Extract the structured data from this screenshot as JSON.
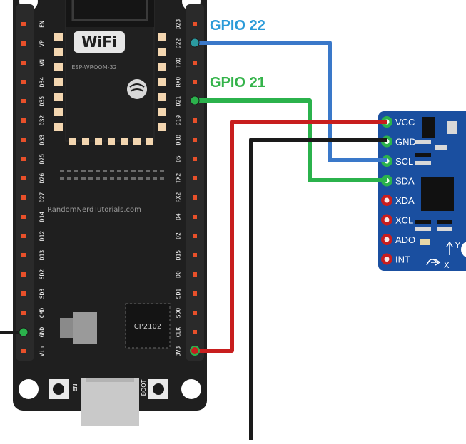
{
  "board": {
    "wifi_text": "WiFi",
    "module_text": "ESP-WROOM-32",
    "watermark": "RandomNerdTutorials.com",
    "usb_chip": "CP2102",
    "button_left": "EN",
    "button_right": "BOOT",
    "left_pins": [
      "EN",
      "VP",
      "VN",
      "D34",
      "D35",
      "D32",
      "D33",
      "D25",
      "D26",
      "D27",
      "D14",
      "D12",
      "D13",
      "SD2",
      "SD3",
      "CMD",
      "GND",
      "Vin"
    ],
    "right_pins": [
      "D23",
      "D22",
      "TX0",
      "RX0",
      "D21",
      "D19",
      "D18",
      "D5",
      "TX2",
      "RX2",
      "D4",
      "D2",
      "D15",
      "D0",
      "SD1",
      "SD0",
      "CLK",
      "3V3"
    ]
  },
  "labels": {
    "gpio22": "GPIO 22",
    "gpio21": "GPIO 21"
  },
  "sensor": {
    "pins": [
      "VCC",
      "GND",
      "SCL",
      "SDA",
      "XDA",
      "XCL",
      "ADO",
      "INT"
    ],
    "axis_x": "X",
    "axis_y": "Y"
  },
  "colors": {
    "board": "#1f1f1f",
    "sensor": "#1a4fa0",
    "wire_gpio22": "#3a78c9",
    "wire_gpio21": "#2bb24c",
    "wire_power": "#c81e1e",
    "wire_ground": "#1a1a1a",
    "label_gpio22": "#2a9ad8",
    "label_gpio21": "#34b34a"
  }
}
